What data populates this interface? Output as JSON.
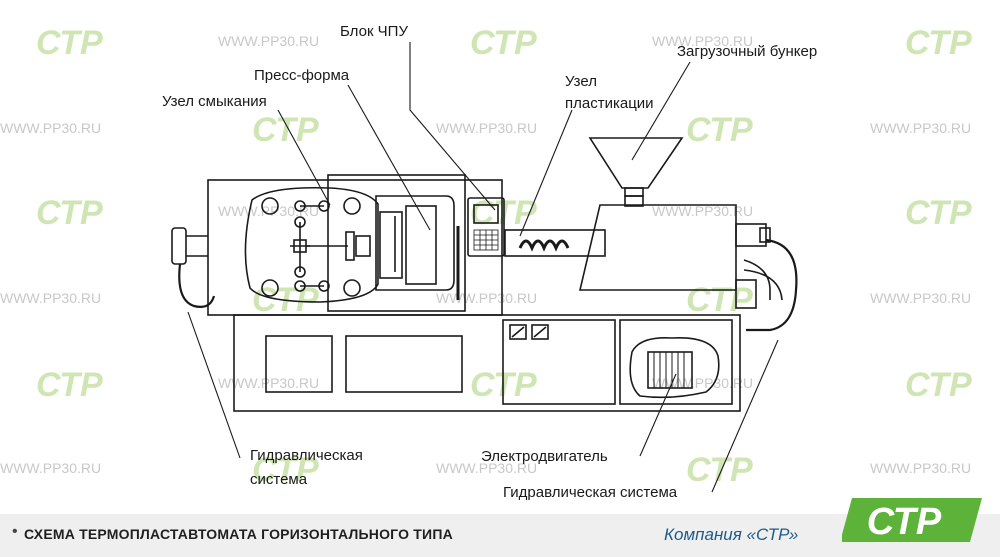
{
  "watermark": {
    "text": "WWW.PP30.RU",
    "logo_text": "СТР",
    "color": "#c8c8c8",
    "logo_color": "#cfe6b4"
  },
  "labels": {
    "cnc_block": "Блок ЧПУ",
    "hopper": "Загрузочный бункер",
    "mold": "Пресс-форма",
    "plastication_line1": "Узел",
    "plastication_line2": "пластикации",
    "clamping": "Узел смыкания",
    "hydraulic_left_line1": "Гидравлическая",
    "hydraulic_left_line2": "система",
    "motor": "Электродвигатель",
    "hydraulic_right": "Гидравлическая система"
  },
  "footer": {
    "bullet": "•",
    "title": "СХЕМА ТЕРМОПЛАСТАВТОМАТА ГОРИЗОНТАЛЬНОГО ТИПА",
    "company": "Компания «СТР»",
    "logo_text": "СТР",
    "logo_color": "#5db33a",
    "background": "#efefef"
  }
}
